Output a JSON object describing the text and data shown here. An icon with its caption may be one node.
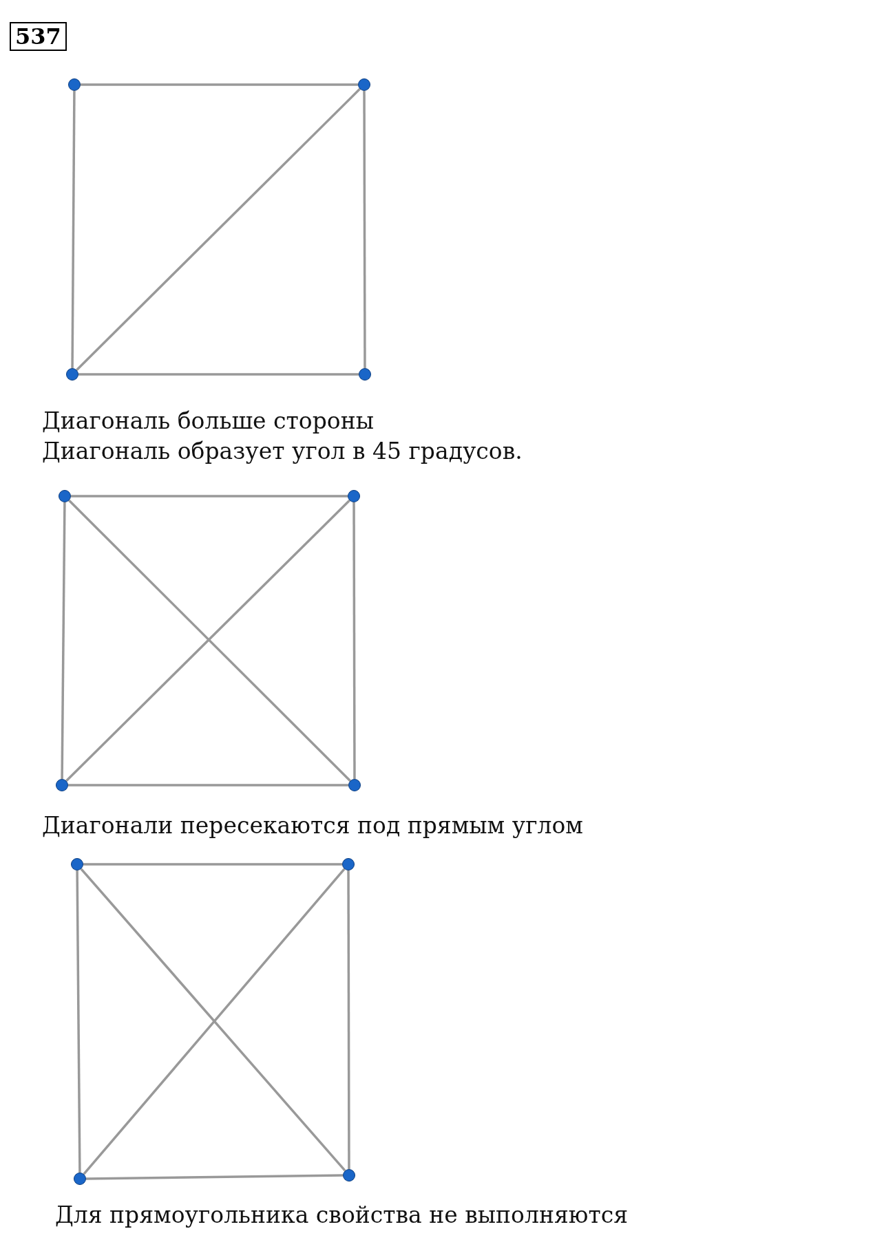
{
  "diagram": {
    "nodes": [
      {
        "text": [
          "537"
        ]
      },
      {
        "text": [],
        "shape": "circle"
      },
      {
        "text": [],
        "shape": "circle"
      },
      {
        "text": [],
        "shape": "circle"
      },
      {
        "text": [],
        "shape": "circle"
      },
      {
        "text": [],
        "shape": "circle"
      },
      {
        "text": [],
        "shape": "circle"
      },
      {
        "text": [],
        "shape": "circle"
      },
      {
        "text": [],
        "shape": "circle"
      },
      {
        "text": [],
        "shape": "circle"
      },
      {
        "text": [],
        "shape": "circle"
      },
      {
        "text": [],
        "shape": "circle"
      },
      {
        "text": [],
        "shape": "circle"
      }
    ],
    "edges": [
      {
        "from": 1,
        "to": 2,
        "arrow": "none"
      },
      {
        "from": 1,
        "to": 3,
        "arrow": "none"
      },
      {
        "from": 2,
        "to": 4,
        "arrow": "none"
      },
      {
        "from": 3,
        "to": 4,
        "arrow": "none"
      },
      {
        "from": 3,
        "to": 2,
        "arrow": "none"
      },
      {
        "from": 5,
        "to": 6,
        "arrow": "none"
      },
      {
        "from": 5,
        "to": 7,
        "arrow": "none"
      },
      {
        "from": 6,
        "to": 8,
        "arrow": "none"
      },
      {
        "from": 7,
        "to": 8,
        "arrow": "none"
      },
      {
        "from": 5,
        "to": 8,
        "arrow": "none"
      },
      {
        "from": 7,
        "to": 6,
        "arrow": "none"
      },
      {
        "from": 9,
        "to": 10,
        "arrow": "none"
      },
      {
        "from": 9,
        "to": 11,
        "arrow": "none"
      },
      {
        "from": 10,
        "to": 12,
        "arrow": "none"
      },
      {
        "from": 11,
        "to": 12,
        "arrow": "none"
      },
      {
        "from": 9,
        "to": 12,
        "arrow": "none"
      },
      {
        "from": 11,
        "to": 10,
        "arrow": "none"
      }
    ],
    "labels": [
      "Диагональ больше стороны",
      "Диагональ образует угол в 45 градусов.",
      "Диагонали пересекаются под прямым углом",
      "Для прямоугольника свойства не выполняются"
    ]
  }
}
